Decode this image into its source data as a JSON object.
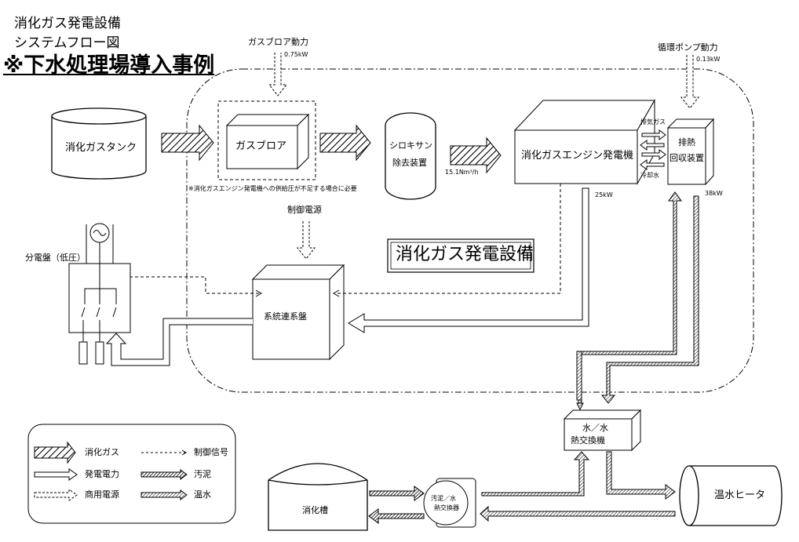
{
  "title": {
    "line1": "消化ガス発電設備",
    "line2": "システムフロー図",
    "line3": "※下水処理場導入事例"
  },
  "labels": {
    "gas_tank": "消化ガスタンク",
    "gas_blower": "ガスブロア",
    "gas_blower_power": "ガスブロア動力",
    "gas_blower_power_kw": "0.75kW",
    "blower_note": "※消化ガスエンジン発電機への供給圧が不足する場合に必要",
    "siloxane_line1": "シロキサン",
    "siloxane_line2": "除去装置",
    "gas_flow": "15.1Nm³/h",
    "gas_flow_sub": "",
    "engine": "消化ガスエンジン発電機",
    "engine_kw": "25kW",
    "exhaust_gas": "排気ガス",
    "cooling_water": "冷却水",
    "heat_recovery_line1": "排熱",
    "heat_recovery_line2": "回収装置",
    "heat_recovery_kw": "38kW",
    "pump_power": "循環ポンプ動力",
    "pump_power_kw": "0.13kW",
    "control_power": "制御電源",
    "panel": "分電盤（低圧）",
    "grid_panel": "系統連系盤",
    "facility": "消化ガス発電設備",
    "hx_water_line1": "水／水",
    "hx_water_line2": "熱交換機",
    "digester": "消化槽",
    "sludge_hx_line1": "汚泥／水",
    "sludge_hx_line2": "熱交換器",
    "heater": "温水ヒータ"
  },
  "legend": {
    "digestion_gas": "消化ガス",
    "control_signal": "制御信号",
    "generated_power": "発電電力",
    "sludge": "汚泥",
    "commercial_power": "商用電源",
    "hot_water": "温水"
  }
}
